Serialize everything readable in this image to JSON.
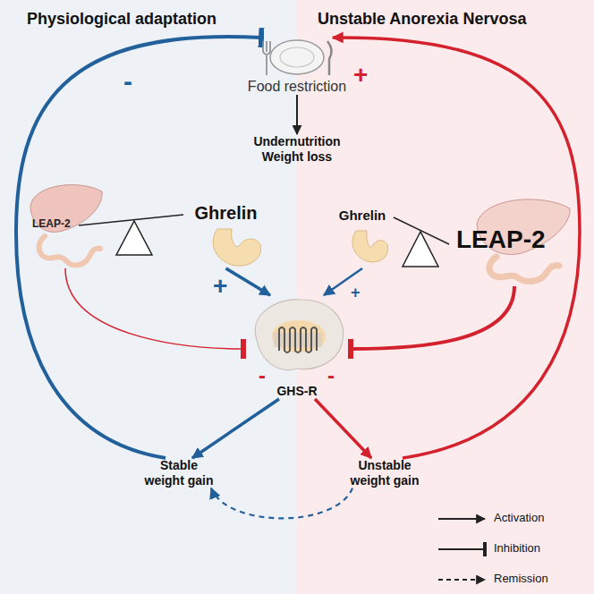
{
  "diagram": {
    "nodes": [
      {
        "text": [
          "Food restriction"
        ]
      },
      {
        "text": [
          "Undernutrition Weight loss"
        ]
      },
      {
        "text": [
          "LEAP-2"
        ]
      },
      {
        "text": [
          "Ghrelin"
        ]
      },
      {
        "text": [
          "Ghrelin"
        ]
      },
      {
        "text": [
          "LEAP-2"
        ]
      },
      {
        "text": [
          "GHS-R"
        ]
      },
      {
        "text": [
          "Stable weight gain"
        ]
      },
      {
        "text": [
          "Unstable weight gain"
        ]
      }
    ],
    "edges": [
      {
        "from": 0,
        "to": 1,
        "arrow": "to"
      },
      {
        "from": 3,
        "to": 6,
        "arrow": "to"
      },
      {
        "from": 4,
        "to": 6,
        "arrow": "to"
      },
      {
        "from": 2,
        "to": 6,
        "arrow": "to"
      },
      {
        "from": 5,
        "to": 6,
        "arrow": "to"
      },
      {
        "from": 6,
        "to": 7,
        "arrow": "to"
      },
      {
        "from": 6,
        "to": 8,
        "arrow": "to"
      },
      {
        "from": 7,
        "to": 0,
        "arrow": "to"
      },
      {
        "from": 8,
        "to": 0,
        "arrow": "to"
      },
      {
        "from": 8,
        "to": 7,
        "arrow": "to"
      }
    ],
    "labels": [
      "Physiological adaptation",
      "Unstable Anorexia Nervosa",
      "-",
      "+",
      "+",
      "+",
      "-",
      "-"
    ],
    "legend": [
      {
        "text": "Activation"
      },
      {
        "text": "Inhibition"
      },
      {
        "text": "Remission"
      }
    ]
  }
}
